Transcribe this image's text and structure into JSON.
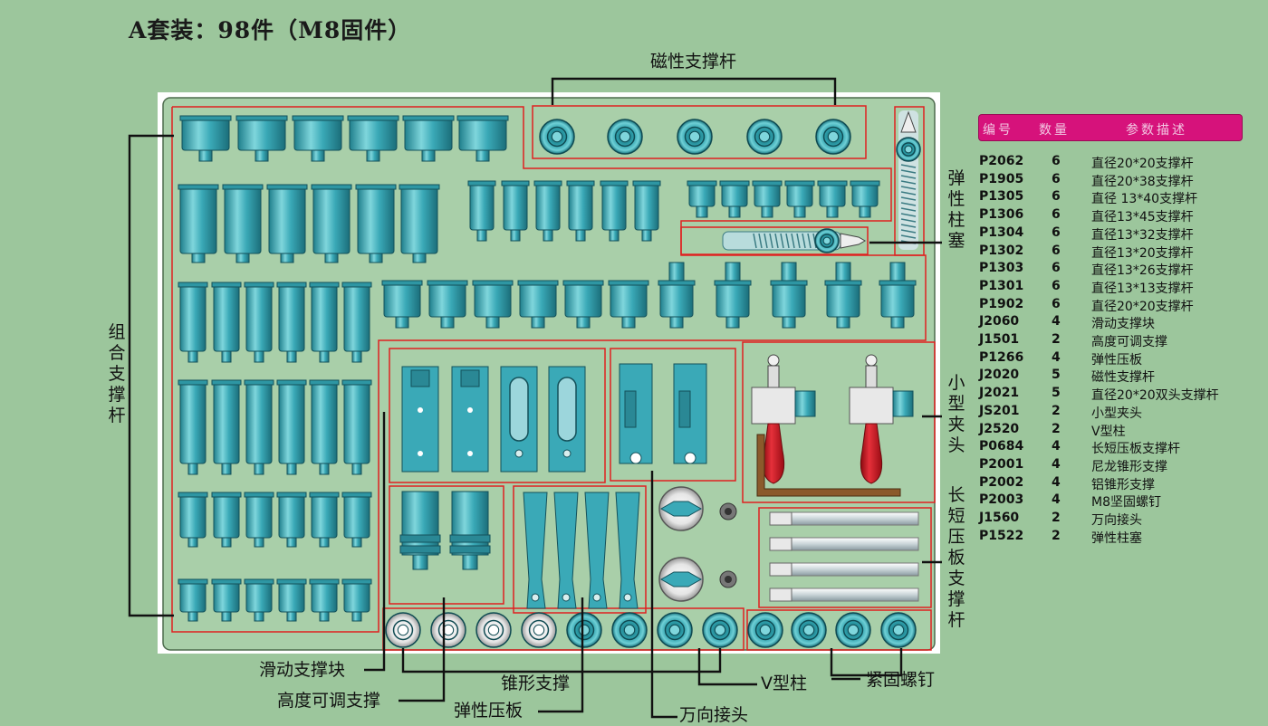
{
  "title": "A套装：98件（M8固件）",
  "callouts": {
    "magnetic_rod": "磁性支撑杆",
    "combo_rod": "组合支撑杆",
    "spring_plunger": "弹性柱塞",
    "small_clamp": "小型夹头",
    "long_short_plate_rod": "长短压板支撑杆",
    "slide_block": "滑动支撑块",
    "height_adjust": "高度可调支撑",
    "cone_support": "锥形支撑",
    "spring_plate": "弹性压板",
    "universal_joint": "万向接头",
    "v_post": "V型柱",
    "fastening_screw": "紧固螺钉"
  },
  "table": {
    "headers": [
      "编号",
      "数量",
      "参数描述"
    ],
    "rows": [
      {
        "code": "P2062",
        "qty": "6",
        "desc": "直径20*20支撑杆"
      },
      {
        "code": "P1905",
        "qty": "6",
        "desc": "直径20*38支撑杆"
      },
      {
        "code": "P1305",
        "qty": "6",
        "desc": "直径 13*40支撑杆"
      },
      {
        "code": "P1306",
        "qty": "6",
        "desc": "直径13*45支撑杆"
      },
      {
        "code": "P1304",
        "qty": "6",
        "desc": "直径13*32支撑杆"
      },
      {
        "code": "P1302",
        "qty": "6",
        "desc": "直径13*20支撑杆"
      },
      {
        "code": "P1303",
        "qty": "6",
        "desc": "直径13*26支撑杆"
      },
      {
        "code": "P1301",
        "qty": "6",
        "desc": "直径13*13支撑杆"
      },
      {
        "code": "P1902",
        "qty": "6",
        "desc": "直径20*20支撑杆"
      },
      {
        "code": "J2060",
        "qty": "4",
        "desc": "滑动支撑块"
      },
      {
        "code": "J1501",
        "qty": "2",
        "desc": "高度可调支撑"
      },
      {
        "code": "P1266",
        "qty": "4",
        "desc": "弹性压板"
      },
      {
        "code": "J2020",
        "qty": "5",
        "desc": "磁性支撑杆"
      },
      {
        "code": "J2021",
        "qty": "5",
        "desc": "直径20*20双头支撑杆"
      },
      {
        "code": "JS201",
        "qty": "2",
        "desc": "小型夹头"
      },
      {
        "code": "J2520",
        "qty": "2",
        "desc": "V型柱"
      },
      {
        "code": "P0684",
        "qty": "4",
        "desc": "长短压板支撑杆"
      },
      {
        "code": "P2001",
        "qty": "4",
        "desc": "尼龙锥形支撑"
      },
      {
        "code": "P2002",
        "qty": "4",
        "desc": "铝锥形支撑"
      },
      {
        "code": "P2003",
        "qty": "4",
        "desc": "M8坚固螺钉"
      },
      {
        "code": "J1560",
        "qty": "2",
        "desc": "万向接头"
      },
      {
        "code": "P1522",
        "qty": "2",
        "desc": "弹性柱塞"
      }
    ]
  },
  "colors": {
    "background": "#9cc69c",
    "tray": "#a9cfa9",
    "part": "#3aa9b7",
    "outline_red": "#e02020",
    "header": "#d6127b",
    "handle_red": "#c8141e"
  }
}
